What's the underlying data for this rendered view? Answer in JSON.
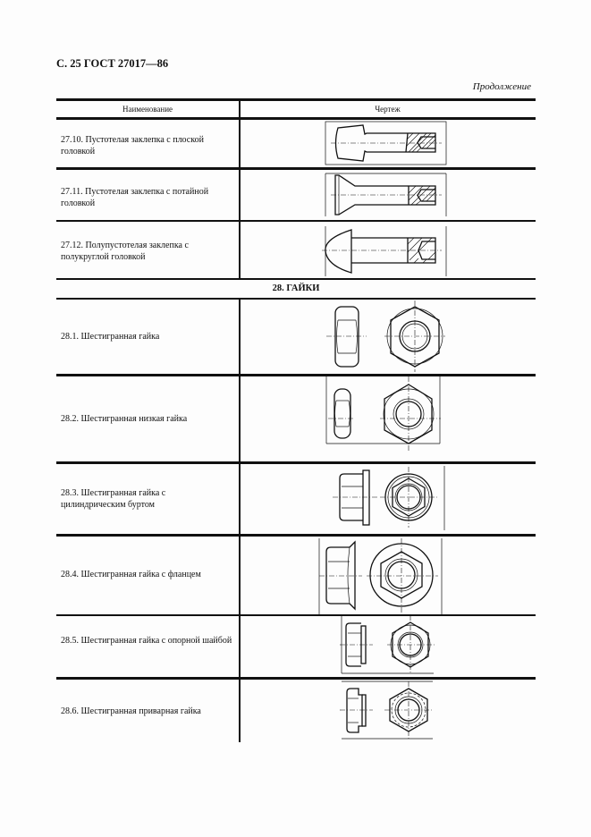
{
  "page_header": "С. 25 ГОСТ 27017—86",
  "continued_label": "Продолжение",
  "table": {
    "columns": [
      "Наименование",
      "Чертеж"
    ],
    "rows_rivets": [
      {
        "name": "27.10. Пустотелая заклепка с плоской головкой",
        "drawing": "hollow-rivet-flat-head-drawing"
      },
      {
        "name": "27.11. Пустотелая заклепка с потайной головкой",
        "drawing": "hollow-rivet-countersunk-head-drawing"
      },
      {
        "name": "27.12. Полупустотелая заклепка с полукруглой головкой",
        "drawing": "semi-hollow-rivet-round-head-drawing"
      }
    ],
    "section_title": "28. ГАЙКИ",
    "rows_nuts": [
      {
        "name": "28.1. Шестигранная гайка",
        "drawing": "hex-nut-drawing"
      },
      {
        "name": "28.2. Шестигранная низкая гайка",
        "drawing": "low-hex-nut-drawing"
      },
      {
        "name": "28.3. Шестигранная гайка с цилиндрическим буртом",
        "drawing": "hex-nut-cylindrical-collar-drawing"
      },
      {
        "name": "28.4. Шестигранная гайка с фланцем",
        "drawing": "hex-flange-nut-drawing"
      },
      {
        "name": "28.5. Шестигранная гайка с опорной шайбой",
        "drawing": "hex-nut-with-washer-drawing"
      },
      {
        "name": "28.6. Шестигранная приварная гайка",
        "drawing": "hex-weld-nut-drawing"
      }
    ]
  }
}
